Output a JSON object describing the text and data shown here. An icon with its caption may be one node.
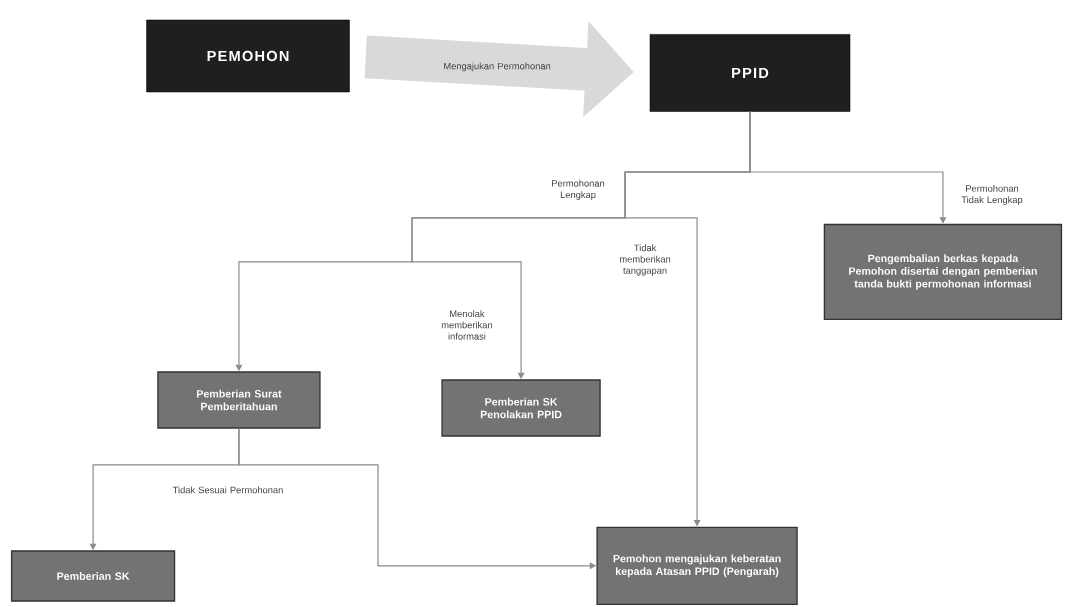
{
  "diagram": {
    "nodes": [
      {
        "text": [
          "PEMOHON"
        ]
      },
      {
        "text": [
          "PPID"
        ]
      },
      {
        "text": [
          "Pengembalian berkas kepada Pemohon disertai dengan pemberian tanda bukti permohonan informasi"
        ]
      },
      {
        "text": [
          "Pemberian Surat Pemberitahuan"
        ]
      },
      {
        "text": [
          "Pemberian SK Penolakan PPID"
        ]
      },
      {
        "text": [
          "Pemberian SK"
        ]
      },
      {
        "text": [
          "Pemohon mengajukan keberatan kepada Atasan PPID (Pengarah)"
        ]
      }
    ],
    "edges": [
      {
        "from": 0,
        "to": 1,
        "arrow": "to",
        "label": "Mengajukan Permohonan",
        "style": "thick"
      },
      {
        "from": 1,
        "to": 2,
        "arrow": "to",
        "label": "Permohonan Tidak Lengkap"
      },
      {
        "from": 1,
        "to": 3,
        "arrow": "to"
      },
      {
        "from": 1,
        "to": 4,
        "arrow": "to",
        "label": "Menolak memberikan informasi"
      },
      {
        "from": 1,
        "to": 6,
        "arrow": "to",
        "label": "Tidak memberikan tanggapan"
      },
      {
        "from": 3,
        "to": 5,
        "arrow": "to"
      },
      {
        "from": 3,
        "to": 6,
        "arrow": "to",
        "label": "Tidak Sesuai Permohonan"
      }
    ],
    "labels": [
      "Permohonan Lengkap"
    ]
  }
}
